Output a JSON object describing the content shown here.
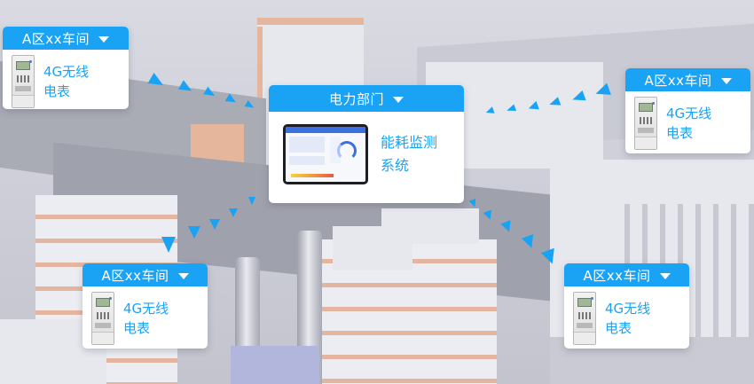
{
  "diagram": {
    "description": "Factory 3D scene with wireless 4G meters sending data to energy monitoring system",
    "colors": {
      "accent": "#1aa3f5",
      "card_bg": "#ffffff",
      "header_text": "#ffffff"
    }
  },
  "center_card": {
    "header": "电力部门",
    "dropdown_icon": "caret-down-icon",
    "thumbnail": "energy-dashboard-tablet",
    "text_line1": "能耗监测",
    "text_line2": "系统"
  },
  "meter_cards": [
    {
      "position": "top-left",
      "header": "A区xx车间",
      "dropdown_icon": "caret-down-icon",
      "text_line1": "4G无线",
      "text_line2": "电表"
    },
    {
      "position": "top-right",
      "header": "A区xx车间",
      "dropdown_icon": "caret-down-icon",
      "text_line1": "4G无线",
      "text_line2": "电表"
    },
    {
      "position": "bottom-left",
      "header": "A区xx车间",
      "dropdown_icon": "caret-down-icon",
      "text_line1": "4G无线",
      "text_line2": "电表"
    },
    {
      "position": "bottom-right",
      "header": "A区xx车间",
      "dropdown_icon": "caret-down-icon",
      "text_line1": "4G无线",
      "text_line2": "电表"
    }
  ]
}
